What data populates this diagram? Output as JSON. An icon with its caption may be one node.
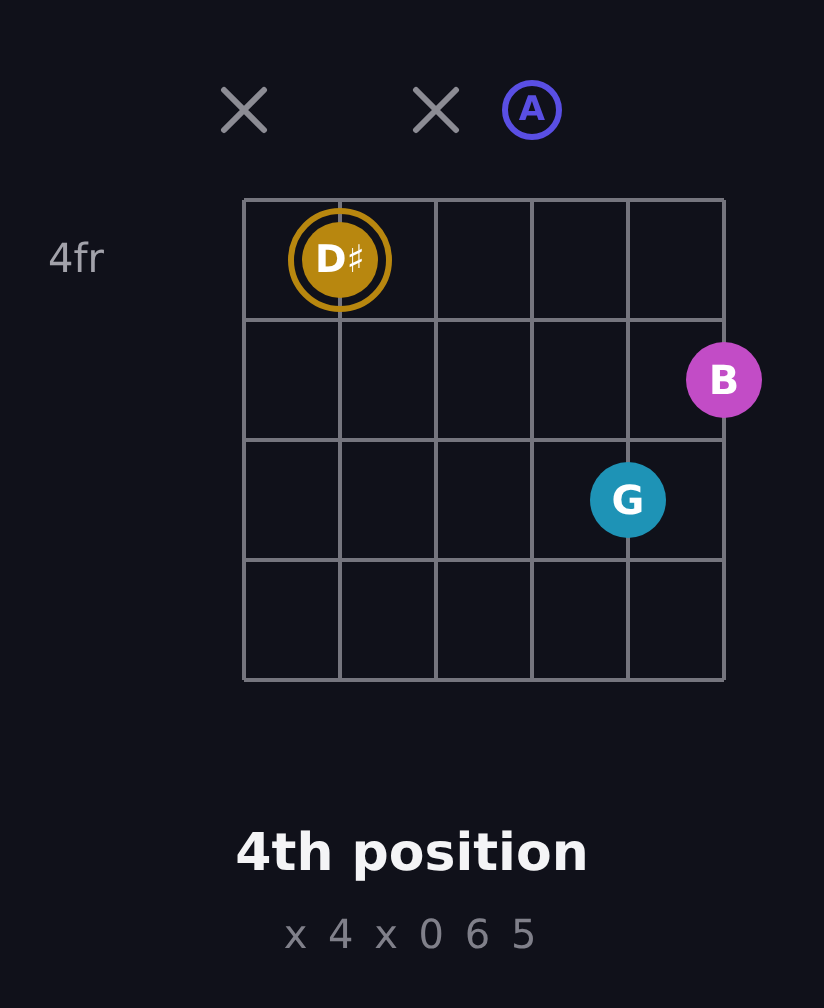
{
  "diagram": {
    "title": "4th position",
    "caption": "x 4 x 0 6 5",
    "nodes": [
      {
        "text": [
          "A"
        ]
      },
      {
        "text": [
          "D♯"
        ]
      },
      {
        "text": [
          "B"
        ]
      },
      {
        "text": [
          "G"
        ]
      }
    ],
    "labels": [
      "4fr"
    ]
  }
}
